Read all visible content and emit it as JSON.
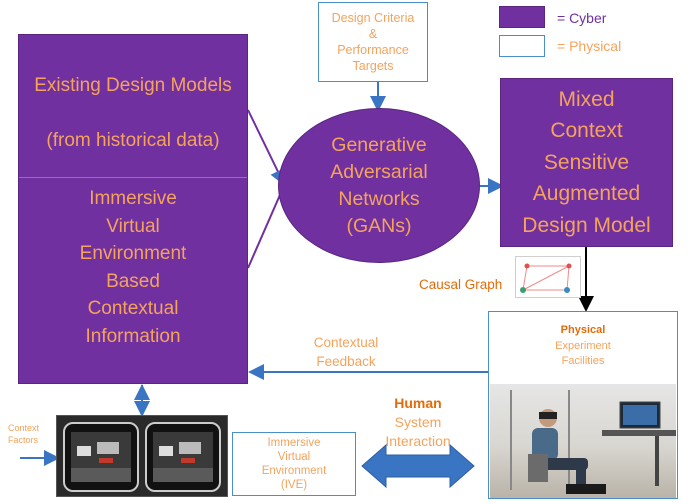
{
  "legend": {
    "cyber_label": "= Cyber",
    "physical_label": "= Physical",
    "cyber_color": "#7030a0"
  },
  "criteria": {
    "line1": "Design Criteria",
    "line2": "&",
    "line3": "Performance",
    "line4": "Targets"
  },
  "left_box": {
    "top_line1": "Existing Design Models",
    "top_line2": "(from historical data)",
    "bottom_lines": [
      "Immersive",
      "Virtual",
      "Environment",
      "Based",
      "Contextual",
      "Information"
    ]
  },
  "gan": {
    "lines": [
      "Generative",
      "Adversarial",
      "Networks",
      "(GANs)"
    ]
  },
  "mixed": {
    "lines": [
      "Mixed",
      "Context",
      "Sensitive",
      "Augmented",
      "Design Model"
    ]
  },
  "causal_graph": {
    "label": "Causal Graph"
  },
  "physical": {
    "title": "Physical",
    "line2": "Experiment",
    "line3": "Facilities"
  },
  "feedback": {
    "line1": "Contextual",
    "line2": "Feedback"
  },
  "context_factors": {
    "line1": "Context",
    "line2": "Factors"
  },
  "ive": {
    "line1": "Immersive",
    "line2": "Virtual",
    "line3": "Environment",
    "line4": "(IVE)"
  },
  "hsi": {
    "line1": "Human",
    "line2": "System",
    "line3": "Interaction"
  },
  "colors": {
    "purple": "#7030a0",
    "orange": "#f5a35c",
    "blue": "#4a90c8",
    "arrow_blue": "#3a75c4"
  }
}
